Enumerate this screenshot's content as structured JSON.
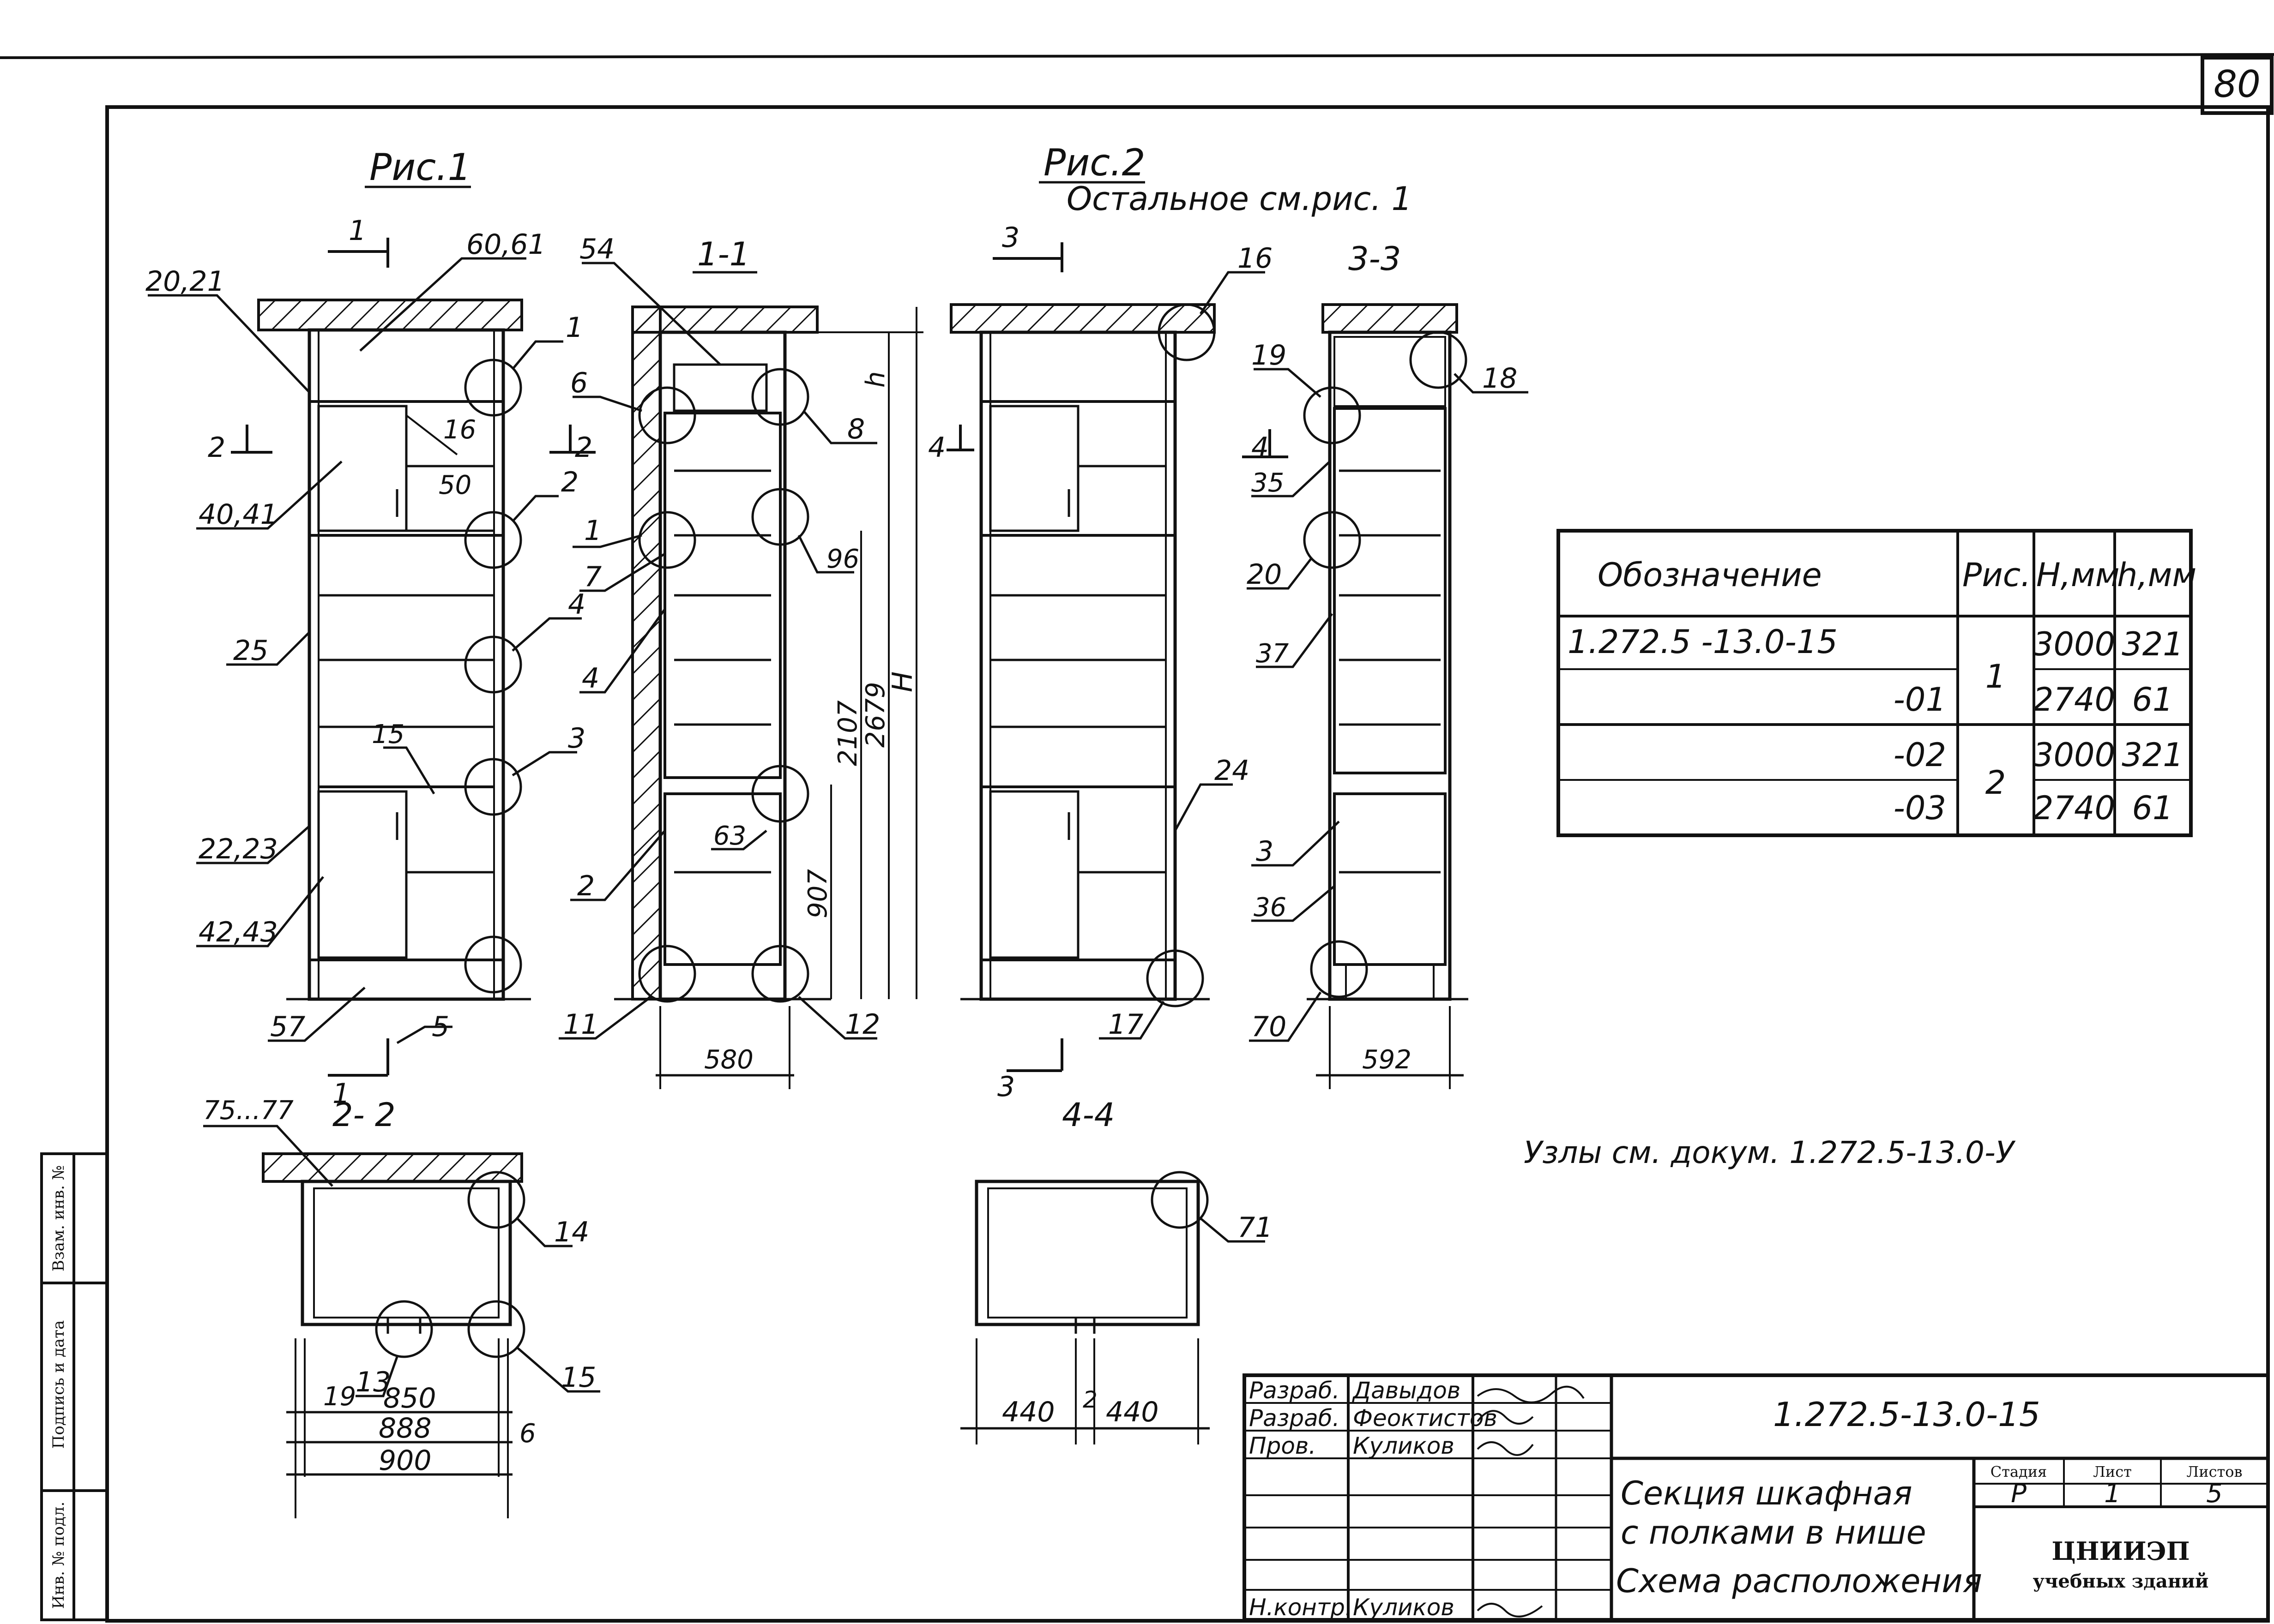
{
  "page_number": "80",
  "figures": {
    "fig1": "Рис.1",
    "fig2": "Рис.2",
    "fig2_note": "Остальное см.рис. 1"
  },
  "sections": {
    "s11": "1-1",
    "s33": "3-3",
    "s22": "2- 2",
    "s44": "4-4",
    "cut1_top": "1",
    "cut1_bot": "1",
    "cut2_left": "2",
    "cut2_right": "2",
    "cut3_top": "3",
    "cut3_bot": "3",
    "cut4_a": "4",
    "cut4_b": "4"
  },
  "callouts_fig1": [
    "20,21",
    "60,61",
    "1",
    "16",
    "50",
    "2",
    "40,41",
    "4",
    "25",
    "15",
    "3",
    "22,23",
    "42,43",
    "57",
    "5"
  ],
  "callouts_s11": [
    "54",
    "6",
    "8",
    "1",
    "96",
    "7",
    "4",
    "63",
    "2",
    "11",
    "12"
  ],
  "callouts_fig2": [
    "16",
    "24",
    "17"
  ],
  "callouts_s33": [
    "19",
    "18",
    "35",
    "20",
    "37",
    "3",
    "36",
    "70"
  ],
  "callouts_s22": [
    "75...77",
    "14",
    "13",
    "15"
  ],
  "callouts_s44": [
    "71"
  ],
  "dimensions": {
    "w580": "580",
    "w592": "592",
    "h2107": "2107",
    "h2679": "2679",
    "h907": "907",
    "H": "H",
    "h": "h",
    "d19": "19",
    "d850": "850",
    "d888": "888",
    "d900": "900",
    "d6": "6",
    "d440a": "440",
    "d2": "2",
    "d440b": "440"
  },
  "spec_table": {
    "headers": [
      "Обозначение",
      "Рис.",
      "H,мм",
      "h,мм"
    ],
    "rows": [
      {
        "designation": "1.272.5 -13.0-15",
        "fig": "1",
        "H": "3000",
        "h": "321"
      },
      {
        "designation": "-01",
        "fig": "",
        "H": "2740",
        "h": "61"
      },
      {
        "designation": "-02",
        "fig": "2",
        "H": "3000",
        "h": "321"
      },
      {
        "designation": "-03",
        "fig": "",
        "H": "2740",
        "h": "61"
      }
    ]
  },
  "nodes_note": "Узлы см. докум. 1.272.5-13.0-У",
  "title_block": {
    "people": [
      {
        "role": "Разраб.",
        "name": "Давыдов"
      },
      {
        "role": "Разраб.",
        "name": "Феоктистов"
      },
      {
        "role": "Пров.",
        "name": "Куликов"
      },
      {
        "role": "Н.контр.",
        "name": "Куликов"
      }
    ],
    "doc_code": "1.272.5-13.0-15",
    "title_line1": "Секция шкафная",
    "title_line2": "с полками в нише",
    "title_line3": "Схема расположения",
    "stage_label": "Стадия",
    "sheet_label": "Лист",
    "sheets_label": "Листов",
    "stage": "Р",
    "sheet": "1",
    "sheets": "5",
    "org_line1": "ЦНИИЭП",
    "org_line2": "учебных зданий"
  },
  "side_stamp": {
    "inv_orig": "Инв. № подл.",
    "sign_date": "Подпись и дата",
    "inv_swap": "Взам. инв. №"
  }
}
